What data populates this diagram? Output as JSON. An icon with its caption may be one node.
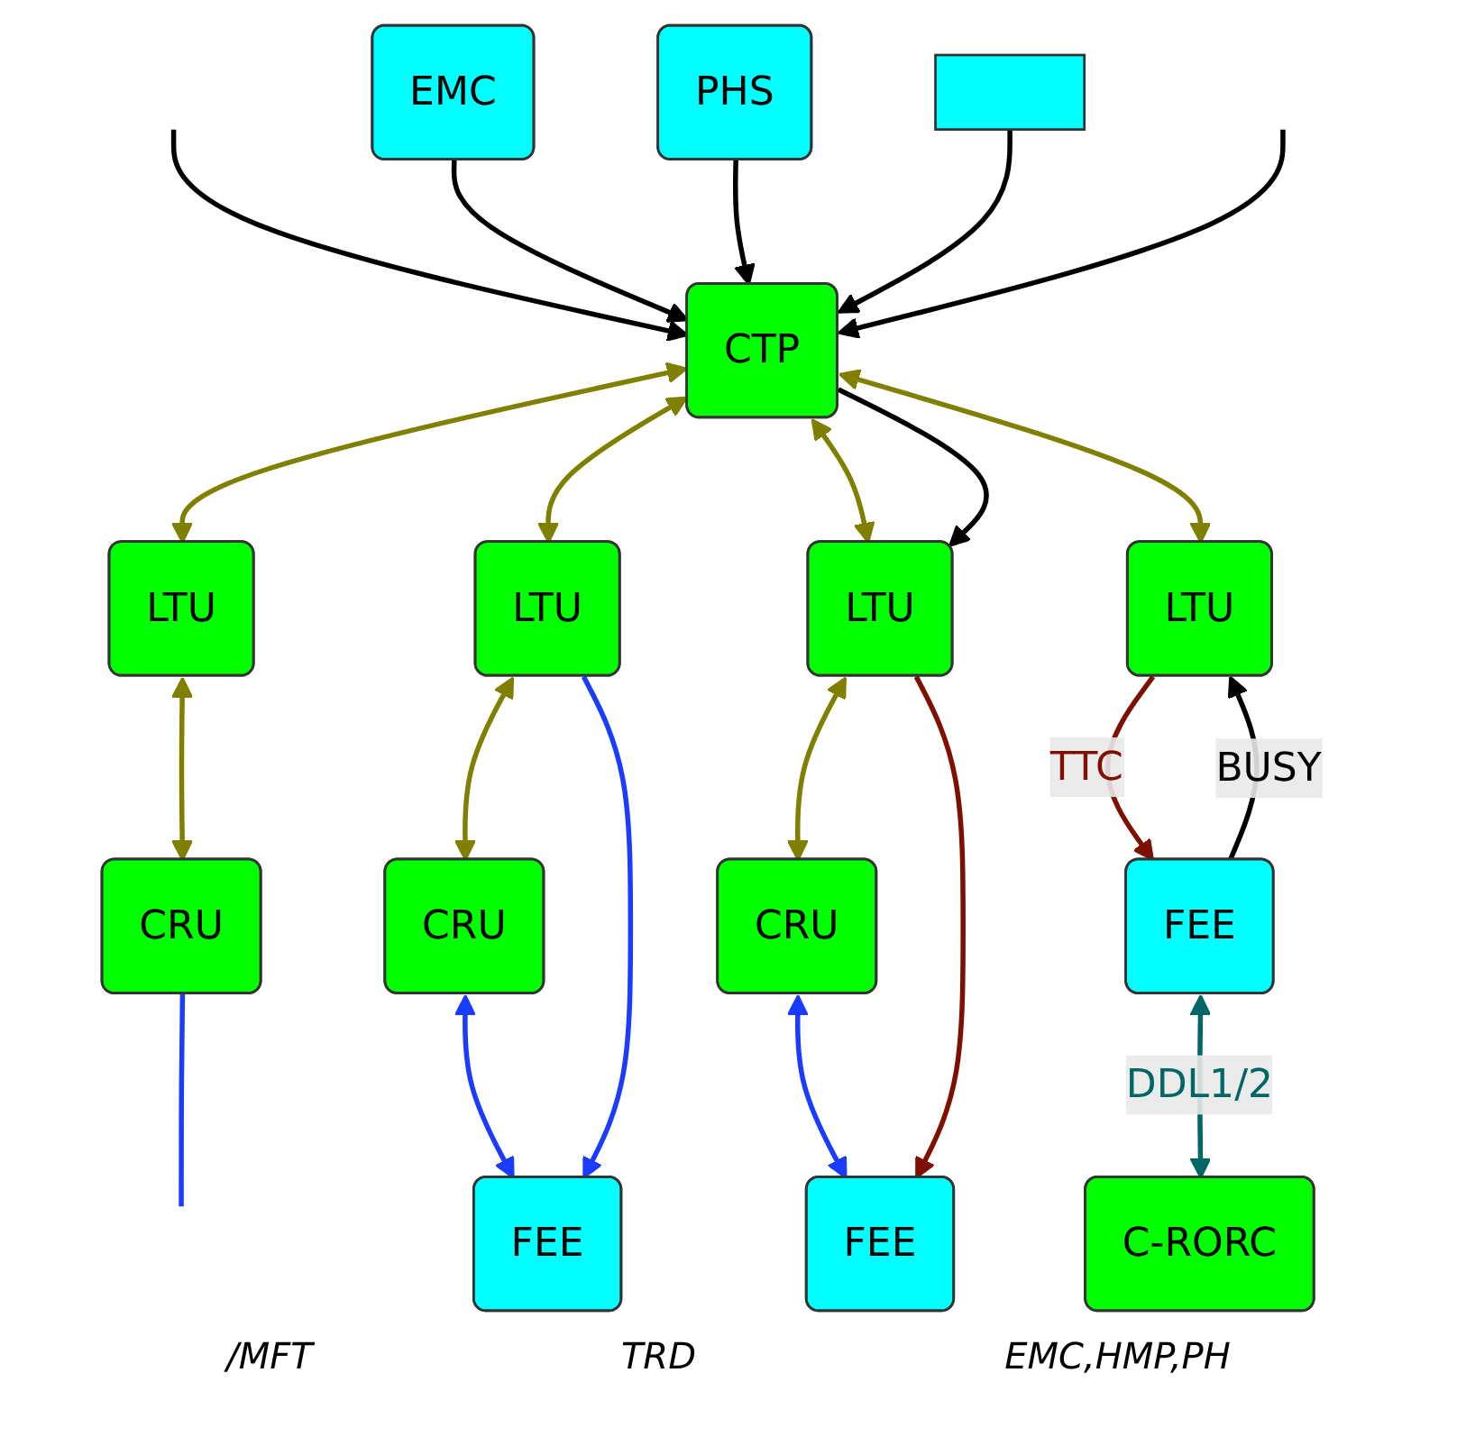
{
  "diagram": {
    "nodes": [
      {
        "text": [
          "EMC"
        ]
      },
      {
        "text": [
          "PHS"
        ]
      },
      {
        "text": [],
        "shape": "box"
      },
      {
        "text": [
          "CTP"
        ]
      },
      {
        "text": [
          "LTU"
        ]
      },
      {
        "text": [
          "LTU"
        ]
      },
      {
        "text": [
          "LTU"
        ]
      },
      {
        "text": [
          "LTU"
        ]
      },
      {
        "text": [
          "CRU"
        ]
      },
      {
        "text": [
          "CRU"
        ]
      },
      {
        "text": [
          "CRU"
        ]
      },
      {
        "text": [
          "FEE"
        ]
      },
      {
        "text": [
          "FEE"
        ]
      },
      {
        "text": [
          "FEE"
        ]
      },
      {
        "text": [
          "C-RORC"
        ]
      }
    ],
    "edges": [
      {
        "from": null,
        "to": 3,
        "arrow": "to"
      },
      {
        "from": 0,
        "to": 3,
        "arrow": "to"
      },
      {
        "from": 1,
        "to": 3,
        "arrow": "to"
      },
      {
        "from": 2,
        "to": 3,
        "arrow": "to"
      },
      {
        "from": null,
        "to": 3,
        "arrow": "to"
      },
      {
        "from": 3,
        "to": 4,
        "arrow": "both",
        "color": "#808000"
      },
      {
        "from": 3,
        "to": 5,
        "arrow": "both",
        "color": "#808000"
      },
      {
        "from": 3,
        "to": 6,
        "arrow": "both",
        "color": "#808000"
      },
      {
        "from": 3,
        "to": 6,
        "arrow": "to"
      },
      {
        "from": 3,
        "to": 7,
        "arrow": "both",
        "color": "#808000"
      },
      {
        "from": 4,
        "to": 8,
        "arrow": "both",
        "color": "#808000"
      },
      {
        "from": 5,
        "to": 9,
        "arrow": "both",
        "color": "#808000"
      },
      {
        "from": 6,
        "to": 10,
        "arrow": "both",
        "color": "#808000"
      },
      {
        "from": 7,
        "to": 11,
        "label": "TTC",
        "arrow": "to",
        "color": "#7f1000"
      },
      {
        "from": 11,
        "to": 7,
        "label": "BUSY",
        "arrow": "to"
      },
      {
        "from": 8,
        "to": null,
        "arrow": "none",
        "color": "#1a3cff"
      },
      {
        "from": 9,
        "to": 12,
        "arrow": "both",
        "color": "#1a3cff"
      },
      {
        "from": 5,
        "to": 12,
        "arrow": "to",
        "color": "#1a3cff"
      },
      {
        "from": 10,
        "to": 13,
        "arrow": "both",
        "color": "#1a3cff"
      },
      {
        "from": 6,
        "to": 13,
        "arrow": "to",
        "color": "#7f1000"
      },
      {
        "from": 11,
        "to": 14,
        "label": "DDL1/2",
        "arrow": "both",
        "color": "#006666"
      }
    ],
    "labels": [
      "/MFT",
      "TRD",
      "EMC,HMP,PH"
    ]
  }
}
